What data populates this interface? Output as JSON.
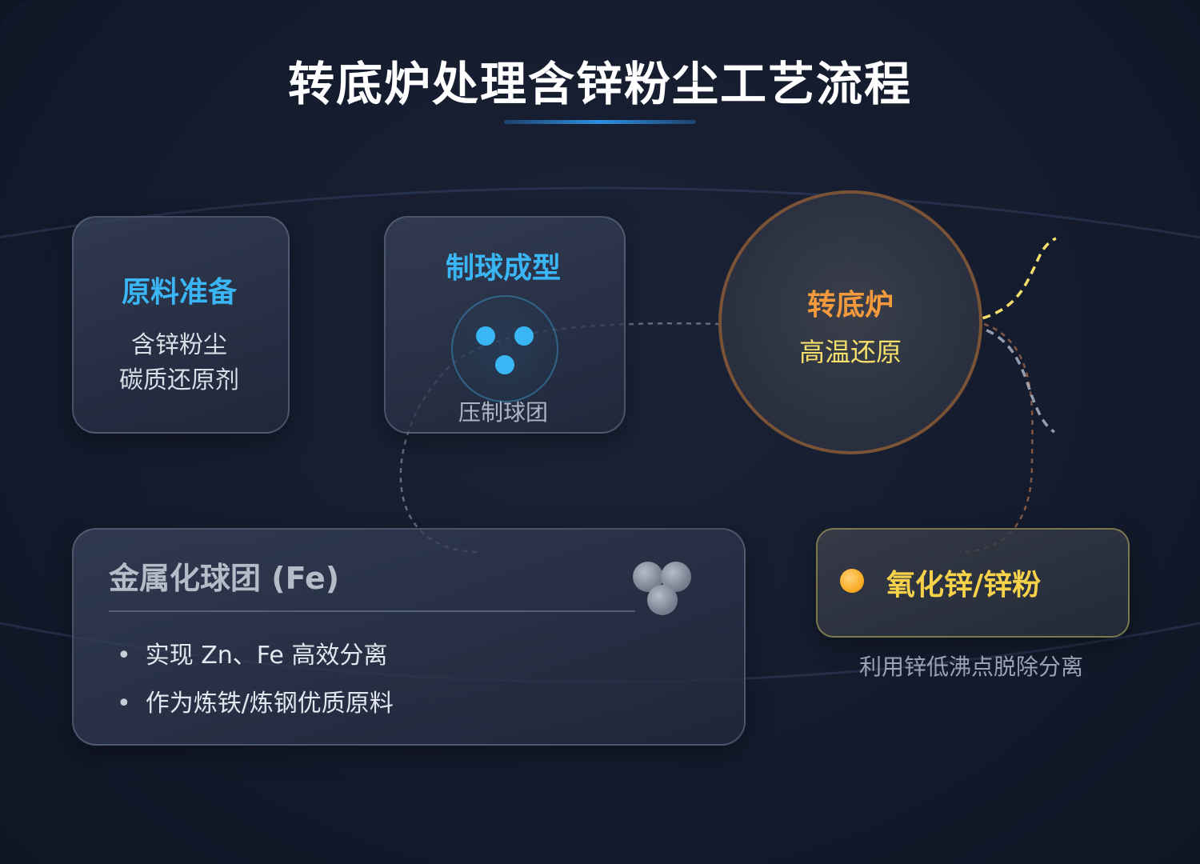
{
  "title": "转底炉处理含锌粉尘工艺流程",
  "raw_material": {
    "title": "原料准备",
    "lines": [
      "含锌粉尘",
      "碳质还原剂"
    ]
  },
  "pelletizing": {
    "title": "制球成型",
    "caption": "压制球团"
  },
  "furnace": {
    "title": "转底炉",
    "subtitle": "高温还原"
  },
  "metallized": {
    "title": "金属化球团 (Fe)",
    "bullets": [
      "实现 Zn、Fe 高效分离",
      "作为炼铁/炼钢优质原料"
    ]
  },
  "zinc": {
    "label": "氧化锌/锌粉",
    "caption": "利用锌低沸点脱除分离"
  },
  "colors": {
    "background": "#141b2d",
    "accent_blue": "#3ab6f5",
    "furnace_orange": "#f39a3c",
    "zinc_yellow": "#f6d24a"
  },
  "icons": {
    "pellet": "pellet-cluster-icon",
    "metal_balls": "metal-balls-icon",
    "zinc": "zinc-dot-icon"
  }
}
